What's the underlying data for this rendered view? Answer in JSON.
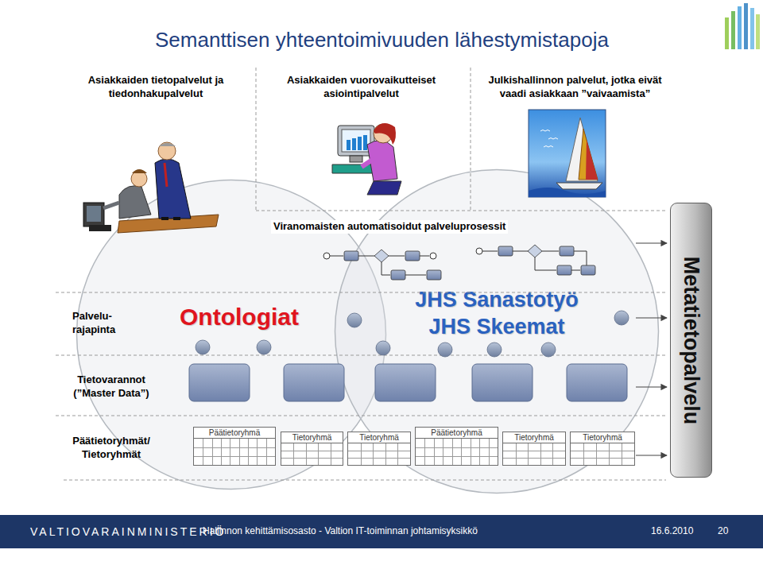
{
  "diagram": {
    "title": "Semanttisen yhteentoimivuuden lähestymistapoja",
    "nodes": [
      {
        "text": [
          "Ontologiat"
        ]
      },
      {
        "text": [
          "JHS Sanastotyö",
          "JHS Skeemat"
        ]
      },
      {
        "text": [
          "Metatietopalvelu"
        ]
      },
      {
        "text": [
          "Päätietoryhmä"
        ]
      },
      {
        "text": [
          "Tietoryhmä"
        ]
      },
      {
        "text": [
          "Tietoryhmä"
        ]
      },
      {
        "text": [
          "Päätietoryhmä"
        ]
      },
      {
        "text": [
          "Tietoryhmä"
        ]
      },
      {
        "text": [
          "Tietoryhmä"
        ]
      }
    ],
    "labels": [
      "Asiakkaiden tietopalvelut ja tiedonhakupalvelut",
      "Asiakkaiden vuorovaikutteiset asiointipalvelut",
      "Julkishallinnon palvelut, jotka eivät vaadi asiakkaan ”vaivaamista”",
      "Viranomaisten automatisoidut palveluprosessit",
      "Palvelu- rajapinta",
      "Tietovarannot (”Master Data”)",
      "Päätietoryhmät/ Tietoryhmät",
      "VALTIOVARAINMINISTERIÖ",
      "Hallinnon kehittämisosasto - Valtion IT-toiminnan johtamisyksikkö",
      "16.6.2010",
      "20"
    ]
  }
}
